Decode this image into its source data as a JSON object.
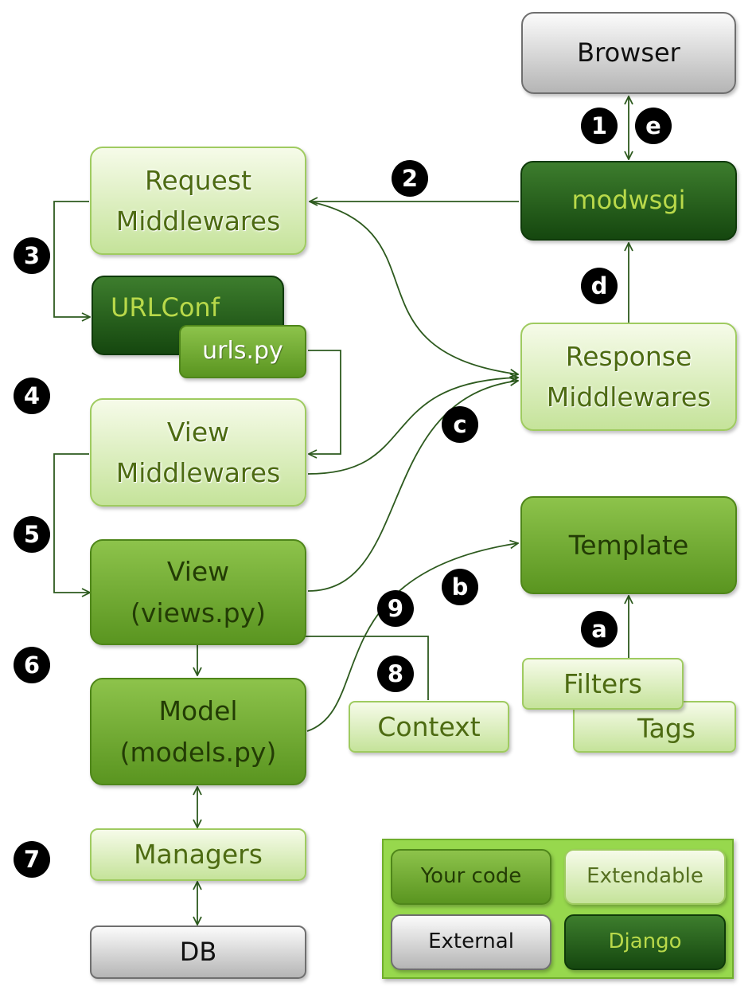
{
  "nodes": {
    "browser": "Browser",
    "modwsgi": "modwsgi",
    "request_mw": [
      "Request",
      "Middlewares"
    ],
    "urlconf": "URLConf",
    "urls_py": "urls.py",
    "response_mw": [
      "Response",
      "Middlewares"
    ],
    "view_mw": [
      "View",
      "Middlewares"
    ],
    "view": [
      "View",
      "(views.py)"
    ],
    "template": "Template",
    "filters": "Filters",
    "tags": "Tags",
    "model": [
      "Model",
      "(models.py)"
    ],
    "context": "Context",
    "managers": "Managers",
    "db": "DB"
  },
  "steps": {
    "s1": "1",
    "s2": "2",
    "s3": "3",
    "s4": "4",
    "s5": "5",
    "s6": "6",
    "s7": "7",
    "s8": "8",
    "s9": "9",
    "a": "a",
    "b": "b",
    "c": "c",
    "d": "d",
    "e": "e"
  },
  "legend": {
    "your_code": "Your code",
    "extendable": "Extendable",
    "external": "External",
    "django": "Django"
  },
  "colors": {
    "your_code": "#6fa832",
    "extendable": "#dcefc0",
    "external": "#d9d9d9",
    "django": "#1f5a18",
    "legend_bg": "#97d84d",
    "arrow": "#2d5a1e"
  }
}
